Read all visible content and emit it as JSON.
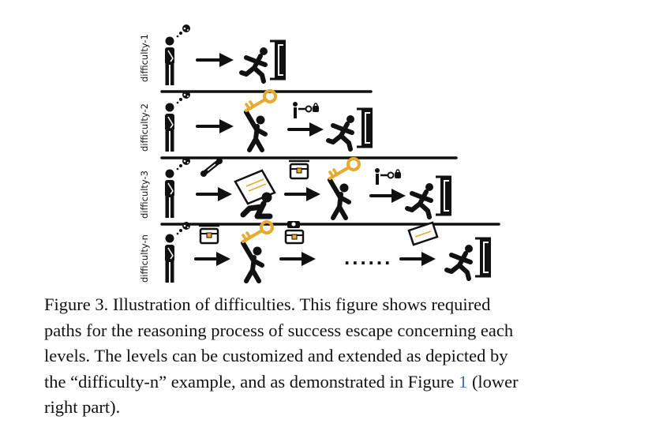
{
  "figure": {
    "levels": [
      {
        "label": "difficulty-1",
        "steps": [
          "person-thinking",
          "arrow",
          "runner-exit"
        ]
      },
      {
        "label": "difficulty-2",
        "steps": [
          "person-thinking",
          "arrow",
          "key-grab",
          "lock-arrow",
          "runner-exit"
        ]
      },
      {
        "label": "difficulty-3",
        "steps": [
          "person-thinking",
          "scroll-arrow",
          "sitting-reader",
          "chest-arrow",
          "key-grab",
          "lock-arrow",
          "runner-exit"
        ]
      },
      {
        "label": "difficulty-n",
        "steps": [
          "person-thinking",
          "chest-arrow",
          "key-grab",
          "camera-chest-arrow",
          "ellipsis",
          "paper-arrow",
          "runner-exit"
        ]
      }
    ],
    "ellipsis": "......",
    "colors": {
      "ink": "#111111",
      "gold": "#e8a92c"
    }
  },
  "caption": {
    "line1": "Figure 3.  Illustration of difficulties.  This figure shows required",
    "line2": "paths for the reasoning process of success escape concerning each",
    "line3": "levels.  The levels can be customized and extended as depicted by",
    "line4_pre": "the “difficulty-n” example, and as demonstrated in Figure ",
    "line4_ref": "1",
    "line4_post": " (lower",
    "line5": "right part)."
  }
}
